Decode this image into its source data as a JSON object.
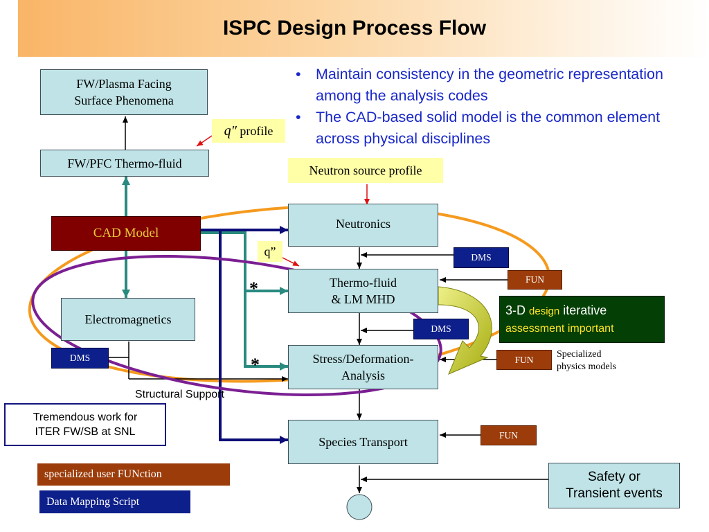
{
  "title": "ISPC Design Process Flow",
  "bullets": [
    "Maintain consistency in the geometric representation among the analysis codes",
    "The CAD-based solid model is the common element across physical disciplines"
  ],
  "nodes": {
    "fw_plasma": [
      "FW/Plasma Facing",
      "Surface Phenomena"
    ],
    "fw_pfc": "FW/PFC Thermo-fluid",
    "cad": "CAD Model",
    "em": "Electromagnetics",
    "neutronics": "Neutronics",
    "thermo": [
      "Thermo-fluid",
      "& LM MHD"
    ],
    "stress": [
      "Stress/Deformation-",
      "Analysis"
    ],
    "species": "Species Transport",
    "safety": [
      "Safety or",
      "Transient events"
    ],
    "tremendous": [
      "Tremendous work for",
      "ITER FW/SB at SNL"
    ]
  },
  "labels": {
    "q_profile_symbol": "q″",
    "q_profile_text": " profile",
    "neutron_source": "Neutron source profile",
    "q_double_prime": "q”",
    "star": "*",
    "dms": "DMS",
    "fun": "FUN",
    "structural_support": "Structural Support",
    "specialized_models": [
      "Specialized",
      "physics models"
    ],
    "iterative_1": "3-D",
    "iterative_2": "design",
    "iterative_3": "iterative",
    "iterative_4": "assessment important"
  },
  "legend": {
    "fun": "specialized user FUNction",
    "dms": "Data Mapping Script"
  },
  "colors": {
    "banner": "#f9b567",
    "process_box": "#bfe3e6",
    "cad_box": "#800000",
    "dms_box": "#0d1f8a",
    "fun_box": "#9c3c0a",
    "iterative_box": "#043f05",
    "orange_ellipse": "#f59a1e",
    "purple_ellipse": "#7b1f93",
    "teal_arrow": "#2a8a80",
    "navy_arrow": "#0c0c78",
    "red_arrow": "#e01010",
    "bullet_text": "#1a28c8"
  }
}
